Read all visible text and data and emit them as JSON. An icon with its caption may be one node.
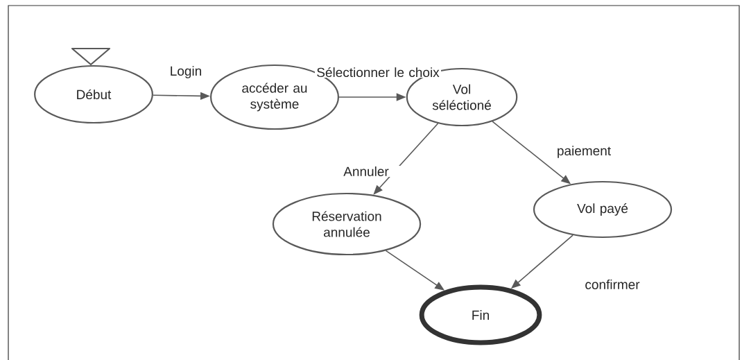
{
  "diagram": {
    "nodes": [
      {
        "text": [
          "Début"
        ]
      },
      {
        "text": [
          "accéder au système"
        ]
      },
      {
        "text": [
          "Vol séléctioné"
        ]
      },
      {
        "text": [
          "Réservation annulée"
        ]
      },
      {
        "text": [
          "Vol payé"
        ]
      },
      {
        "text": [
          "Fin"
        ]
      }
    ],
    "edges": [
      {
        "from": 0,
        "to": 1,
        "arrow": "to",
        "label": "Login"
      },
      {
        "from": 1,
        "to": 2,
        "arrow": "to",
        "label": "Sélectionner le choix"
      },
      {
        "from": 2,
        "to": 3,
        "arrow": "to",
        "label": "Annuler"
      },
      {
        "from": 2,
        "to": 4,
        "arrow": "to",
        "label": "paiement"
      },
      {
        "from": 3,
        "to": 5,
        "arrow": "to"
      },
      {
        "from": 4,
        "to": 5,
        "arrow": "to",
        "label": "confirmer"
      }
    ]
  }
}
